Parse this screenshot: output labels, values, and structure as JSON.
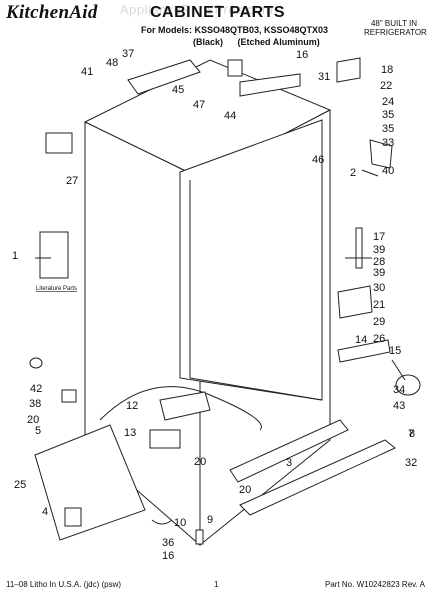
{
  "header": {
    "brand": "KitchenAid",
    "title": "CABINET PARTS",
    "models": "For Models: KSSO48QTB03, KSSO48QTX03",
    "variant_black": "(Black)",
    "variant_aluminum": "(Etched Aluminum)",
    "builtin_line1": "48\" BUILT IN",
    "builtin_line2": "REFRIGERATOR",
    "watermark": "AppliancePartsPros.com"
  },
  "diagram": {
    "literature_label": "Literature Parts",
    "callouts": [
      "37",
      "48",
      "45",
      "41",
      "47",
      "44",
      "16",
      "31",
      "18",
      "22",
      "24",
      "35",
      "35",
      "33",
      "40",
      "46",
      "2",
      "27",
      "1",
      "17",
      "39",
      "28",
      "39",
      "30",
      "21",
      "29",
      "26",
      "14",
      "15",
      "7",
      "42",
      "38",
      "20",
      "5",
      "25",
      "12",
      "13",
      "20",
      "34",
      "43",
      "8",
      "3",
      "32",
      "20",
      "9",
      "4",
      "10",
      "36",
      "16"
    ]
  },
  "footer": {
    "left": "11–08 Litho In U.S.A. (jdc) (psw)",
    "page": "1",
    "right": "Part No. W10242823 Rev. A"
  }
}
